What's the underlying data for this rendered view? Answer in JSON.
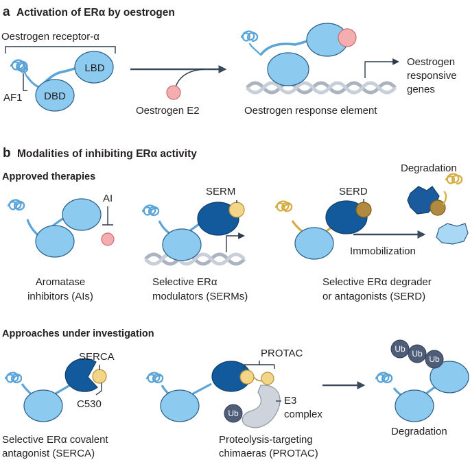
{
  "panel_a": {
    "letter": "a",
    "title": "Activation of ERα by oestrogen",
    "receptor_label": "Oestrogen receptor-α",
    "af1_label": "AF1",
    "dbd_label": "DBD",
    "lbd_label": "LBD",
    "ligand_label": "Oestrogen E2",
    "response_element_label": "Oestrogen response element",
    "genes_label": [
      "Oestrogen",
      "responsive",
      "genes"
    ]
  },
  "panel_b": {
    "letter": "b",
    "title": "Modalities of inhibiting ERα activity",
    "approved_heading": "Approved therapies",
    "ai_tag": "AI",
    "ai_caption": [
      "Aromatase",
      "inhibitors (AIs)"
    ],
    "serm_tag": "SERM",
    "serm_caption": [
      "Selective ERα",
      "modulators (SERMs)"
    ],
    "serd_tag": "SERD",
    "immobilization_label": "Immobilization",
    "degradation_top_label": "Degradation",
    "serd_caption": [
      "Selective ERα degrader",
      "or antagonists (SERD)"
    ],
    "investigation_heading": "Approaches under investigation",
    "serca_tag": "SERCA",
    "c530_label": "C530",
    "serca_caption": [
      "Selective ERα covalent",
      "antagonist (SERCA)"
    ],
    "protac_tag": "PROTAC",
    "ub_label": "Ub",
    "e3_label": [
      "E3",
      "complex"
    ],
    "protac_caption": [
      "Proteolysis-targeting",
      "chimaeras (PROTAC)"
    ],
    "degradation_bottom_label": "Degradation"
  },
  "colors": {
    "light_blue": "#8ccaf0",
    "dark_blue": "#135a9c",
    "degrader_blue": "#1c5a9e",
    "fragment_light": "#a9d8f5",
    "oestrogen_pink": "#f5aeb0",
    "drug_yellow": "#f3d58a",
    "serd_brown": "#b08a3e",
    "ub_slate": "#4f5e78",
    "e3_grey": "#cfd4dc",
    "dna_grey": "#aab3bf",
    "arrow_slate": "#3a4a5c"
  }
}
